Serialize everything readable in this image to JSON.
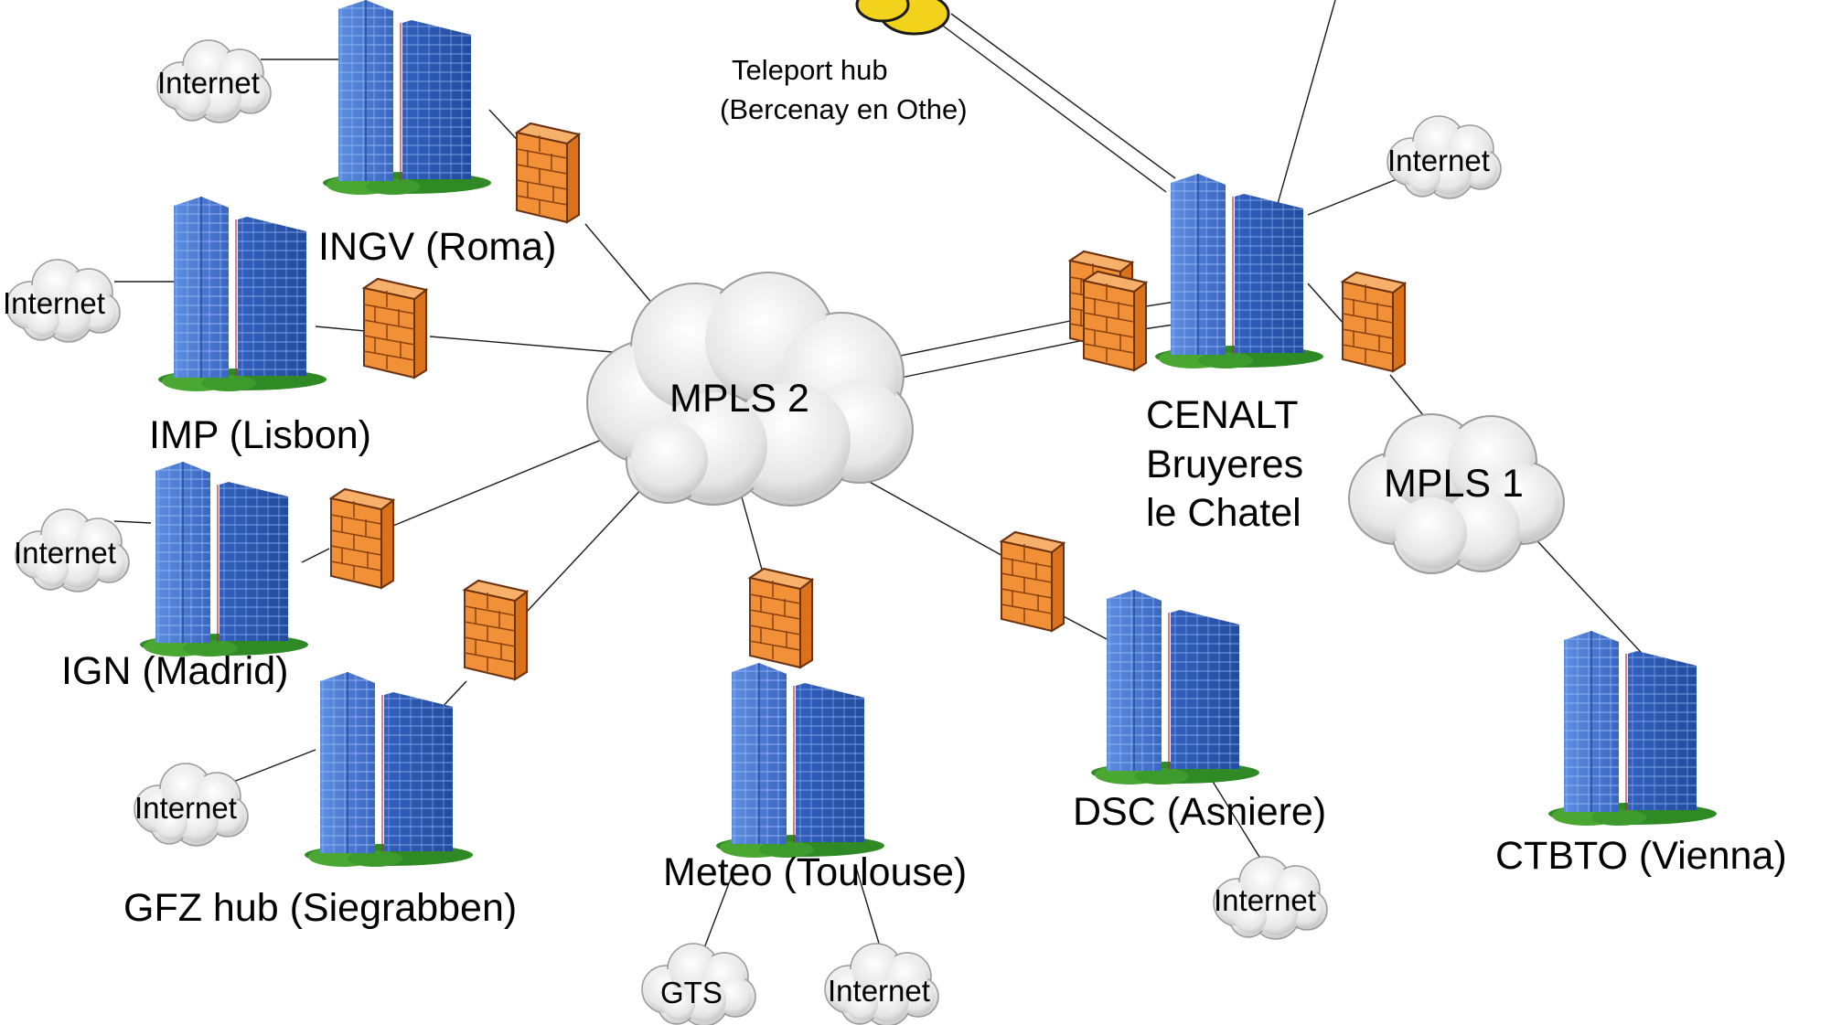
{
  "hub": {
    "label": "MPLS 2"
  },
  "mpls1": {
    "label": "MPLS 1"
  },
  "teleport": {
    "line1": "Teleport hub",
    "line2": "(Bercenay en Othe)"
  },
  "sites": {
    "ingv": {
      "label": "INGV (Roma)",
      "internet": "Internet"
    },
    "imp": {
      "label": "IMP (Lisbon)",
      "internet": "Internet"
    },
    "ign": {
      "label": "IGN (Madrid)",
      "internet": "Internet"
    },
    "gfz": {
      "label": "GFZ hub (Siegrabben)",
      "internet": "Internet"
    },
    "meteo": {
      "label": "Meteo (Toulouse)",
      "gts": "GTS",
      "internet": "Internet"
    },
    "dsc": {
      "label": "DSC (Asniere)",
      "internet": "Internet"
    },
    "cenalt": {
      "line1": "CENALT",
      "line2": "Bruyeres",
      "line3": "le Chatel",
      "internet": "Internet"
    },
    "ctbto": {
      "label": "CTBTO (Vienna)"
    }
  },
  "colors": {
    "building_front": "#3f6fcc",
    "building_side": "#2c55a8",
    "grass": "#3f9a2c",
    "firewall": "#f08c2c",
    "firewall_edge": "#8a4210",
    "cloud": "#e8e8e8",
    "satellite": "#f2d21a"
  }
}
